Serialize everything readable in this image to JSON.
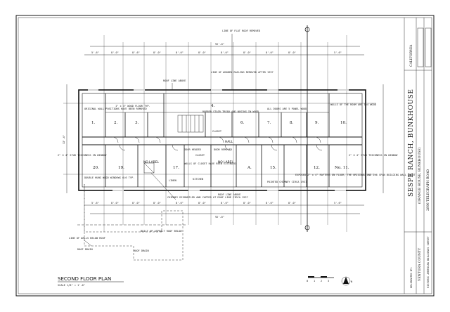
{
  "drawing": {
    "title": "SECOND FLOOR PLAN",
    "scale": "SCALE 1/8\" = 1'-0\"",
    "project_name": "SESPE RANCH, BUNKHOUSE",
    "project_subtitle": "(ORANGE HOUSE, BUNKHOUSE)",
    "address": "2896 TELEGRAPH ROAD",
    "county": "VENTURA COUNTY",
    "state": "CALIFORNIA",
    "delineator": "DELINEATED BY:",
    "survey": "HISTORIC AMERICAN BUILDINGS SURVEY",
    "north_label": "N"
  },
  "rooms": [
    {
      "id": "r1",
      "label": "1."
    },
    {
      "id": "r2",
      "label": "2."
    },
    {
      "id": "r3",
      "label": "3."
    },
    {
      "id": "r4",
      "label": "4."
    },
    {
      "id": "r6",
      "label": "6."
    },
    {
      "id": "r7",
      "label": "7."
    },
    {
      "id": "r8",
      "label": "8."
    },
    {
      "id": "r9",
      "label": "9."
    },
    {
      "id": "r10",
      "label": "10."
    },
    {
      "id": "r11",
      "label": "No. 11."
    },
    {
      "id": "r12",
      "label": "12."
    },
    {
      "id": "r15",
      "label": "15."
    },
    {
      "id": "r17",
      "label": "17."
    },
    {
      "id": "r19",
      "label": "19."
    },
    {
      "id": "r20",
      "label": "20."
    },
    {
      "id": "rA",
      "label": "A."
    },
    {
      "id": "nolabel1",
      "label": "NO LABEL"
    },
    {
      "id": "nolabel2",
      "label": "NO LABEL"
    },
    {
      "id": "hall",
      "label": "HALL"
    },
    {
      "id": "closet1",
      "label": "CLOSET"
    },
    {
      "id": "closet2",
      "label": "CLOSET"
    },
    {
      "id": "linen",
      "label": "LINEN"
    },
    {
      "id": "kitchen",
      "label": "KITCHEN"
    }
  ],
  "notes": {
    "line_of_roof": "LINE OF FLAT ROOF REMOVED",
    "roof_line_above": "ROOF LINE ABOVE",
    "wooden_railing": "LINE OF WOODEN RAILING REMOVED AFTER 1937",
    "original_wall": "ORIGINAL WALL POSITIONS HAVE BEEN REMOVED",
    "wood_floor": "1\" x 4\" WOOD FLOOR TYP.",
    "rubber_stair": "RUBBER STAIR TREAD AND NOSING IN WOOD",
    "doors": "ALL DOORS ARE 5 PANEL WOOD",
    "walls_room": "WALLS OF THE ROOM ARE 1x4 WOOD",
    "door_headed": "DOOR HEADED",
    "door_removed": "DOOR REMOVED",
    "double_hung": "DOUBLE HUNG WOOD WINDOWS 6/6 TYP.",
    "walls_closet": "WALLS OF CLOSET HAVE BEEN EXTENDED",
    "chimney_dismantled": "CHIMNEY DISMANTLED AND CAPPED AT ROOF LINE CIRCA 1937",
    "roof_line": "ROOF LINE ABOVE",
    "painted_chimney": "PAINTED CHIMNEY CIRCA 1937",
    "exposed_rafters": "EXPOSED 2\" x 4\" RAFTERS ON FLOOR, THE ORIGINAL AND 2x6 SPAN BUILDING WALL SHEET",
    "built_up": "BUILT UP ASPHALT ROOF BELOW",
    "line_of_walls": "LINE OF WALLS BELOW ROOF",
    "roof_drain": "ROOF DRAIN",
    "roof_drain2": "ROOF DRAIN",
    "thickness_left": "2\" X 4\" STUD THICKNESS IN WINDOW",
    "thickness_right": "2\" X 4\" STUD THICKNESS IN WINDOW"
  },
  "dimensions": {
    "overall": "92'-0\"",
    "overall_bottom": "92'-0\"",
    "depth": "32'-4\"",
    "segments_top": [
      "5'-6\"",
      "8'-0\"",
      "8'-6\"",
      "8'-0\"",
      "8'-0\"",
      "8'-0\"",
      "8'-0\"",
      "8'-0\"",
      "8'-0\"",
      "8'-0\"",
      "5'-6\""
    ],
    "segments_bottom": [
      "5'-6\"",
      "8'-0\"",
      "8'-0\"",
      "8'-0\"",
      "8'-0\"",
      "8'-0\"",
      "8'-0\"",
      "8'-0\"",
      "8'-0\"",
      "8'-0\"",
      "5'-6\""
    ],
    "scale_bar": [
      "0",
      "1",
      "2",
      "3"
    ]
  }
}
